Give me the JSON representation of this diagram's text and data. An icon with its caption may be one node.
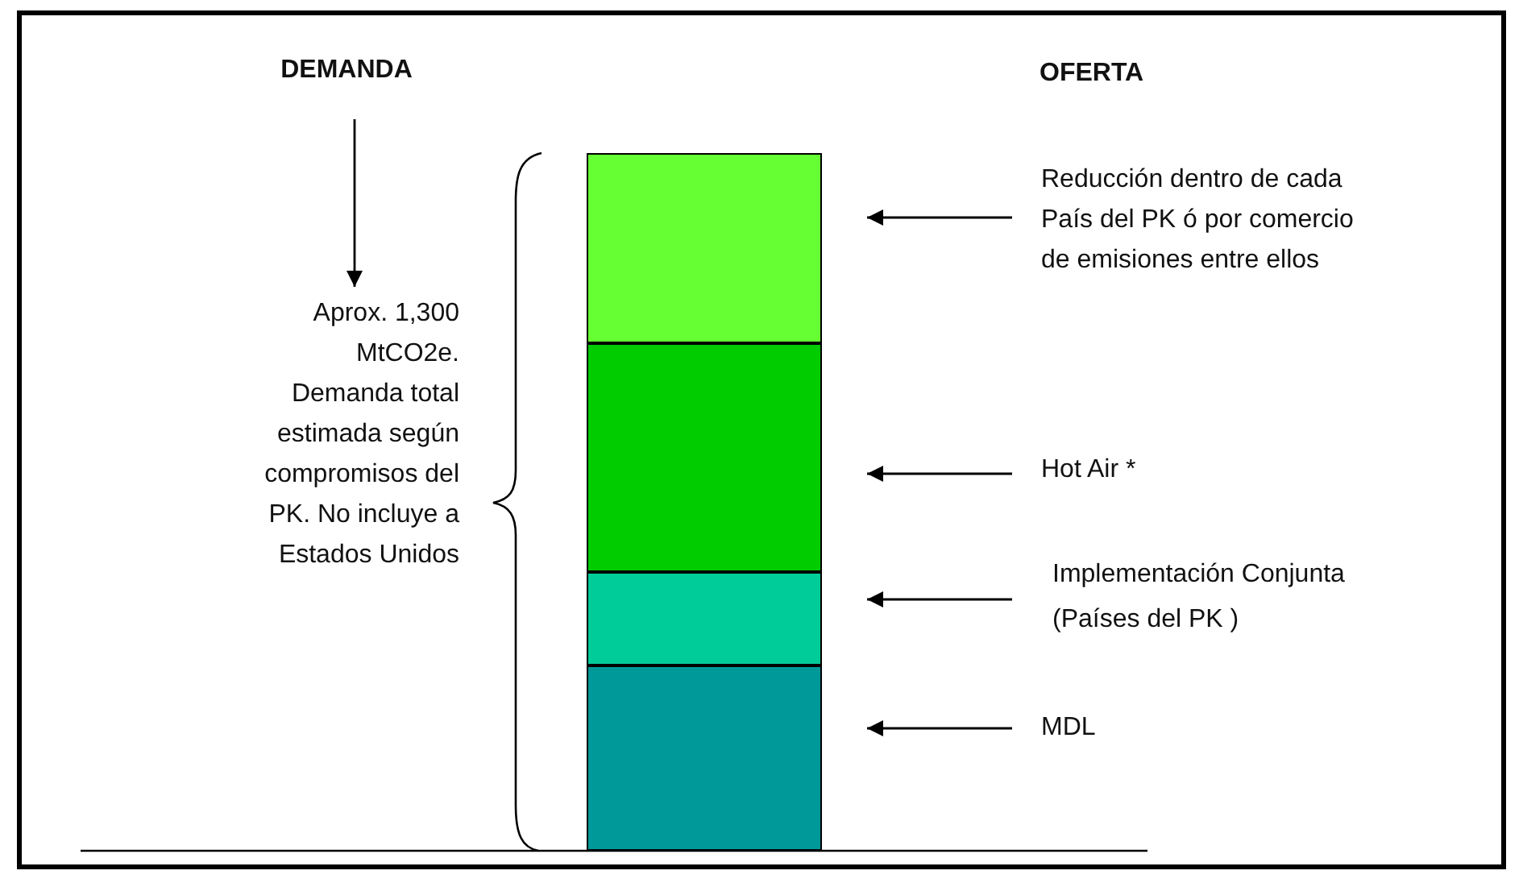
{
  "diagram": {
    "nodes": [
      {
        "text": [
          "DEMANDA"
        ]
      },
      {
        "text": [
          "Aprox. 1,300 MtCO2e. Demanda total estimada según compromisos del PK. No incluye a Estados Unidos"
        ]
      },
      {
        "text": [],
        "shape": "box"
      },
      {
        "text": [],
        "shape": "box"
      },
      {
        "text": [],
        "shape": "box"
      },
      {
        "text": [],
        "shape": "box"
      },
      {
        "text": [
          "Reducción dentro de cada País del PK ó por comercio de emisiones entre ellos"
        ]
      },
      {
        "text": [
          "Hot Air *"
        ]
      },
      {
        "text": [
          "Implementación Conjunta (Países del PK )"
        ]
      },
      {
        "text": [
          "MDL"
        ]
      }
    ],
    "edges": [
      {
        "from": 0,
        "to": 1,
        "arrow": "to"
      },
      {
        "from": 6,
        "to": 2,
        "arrow": "to"
      },
      {
        "from": 7,
        "to": 3,
        "arrow": "to"
      },
      {
        "from": 8,
        "to": 4,
        "arrow": "to"
      },
      {
        "from": 9,
        "to": 5,
        "arrow": "to"
      }
    ],
    "labels": [
      "OFERTA"
    ]
  }
}
